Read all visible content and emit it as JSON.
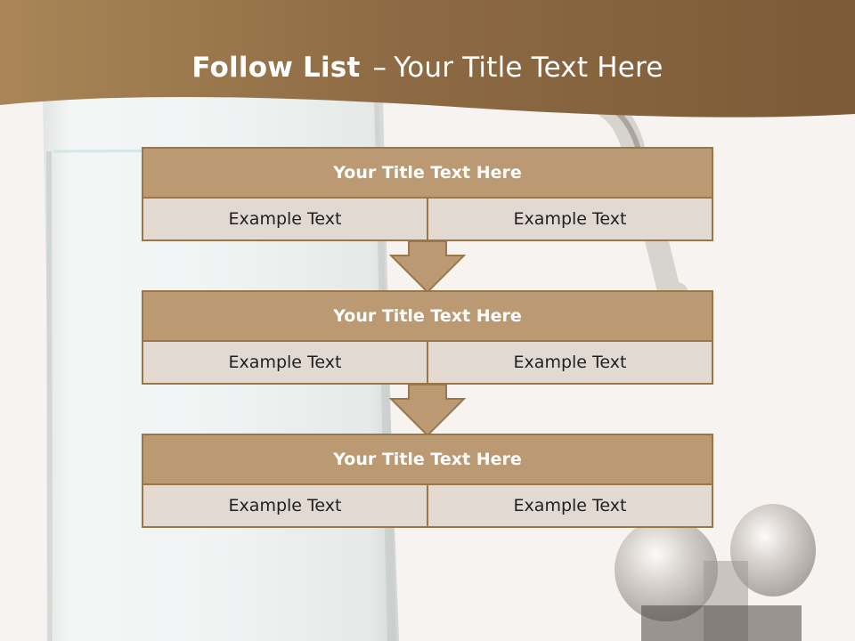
{
  "slide": {
    "title_bold": "Follow List",
    "title_dash": "–",
    "title_rest": "Your Title Text Here"
  },
  "steps": [
    {
      "title": "Your Title Text Here",
      "left": "Example Text",
      "right": "Example Text"
    },
    {
      "title": "Your Title Text Here",
      "left": "Example Text",
      "right": "Example Text"
    },
    {
      "title": "Your Title Text Here",
      "left": "Example Text",
      "right": "Example Text"
    }
  ],
  "colors": {
    "header_band": "#9c7a4f",
    "step_title_fill": "#bb9a73",
    "step_body_fill": "#e3d9d3",
    "border": "#9b7648",
    "arrow_fill": "#bb9a73"
  }
}
